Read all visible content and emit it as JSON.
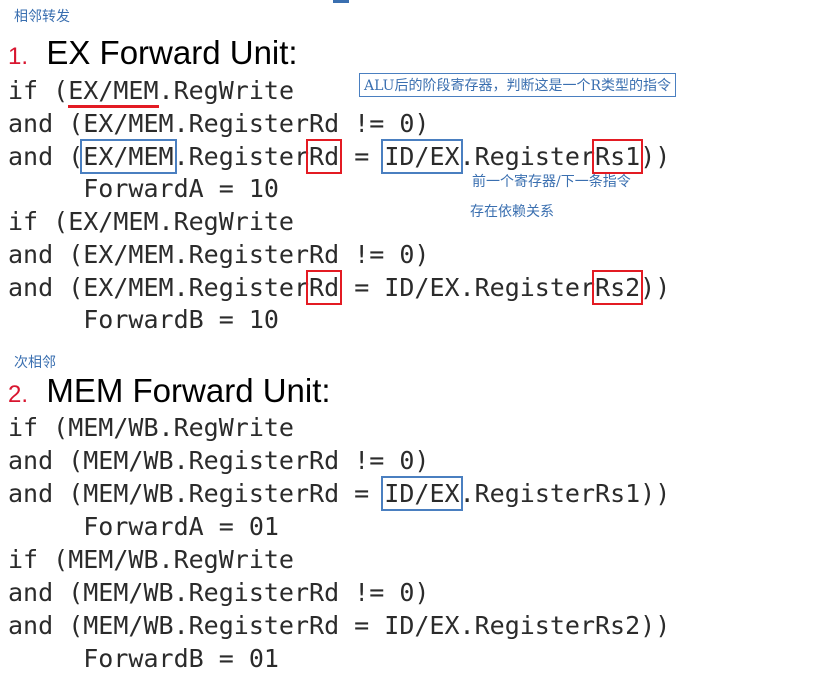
{
  "section1": {
    "label": "相邻转发",
    "number": "1.",
    "title": "EX Forward Unit:",
    "callout": "ALU后的阶段寄存器，判断这是一个R类型的指令",
    "note1": "前一个寄存器/下一条指令",
    "note2": "存在依赖关系",
    "lines": {
      "l1a": "if (",
      "l1b": "EX/MEM",
      "l1c": ".RegWrite",
      "l2": "and (EX/MEM.RegisterRd != 0)",
      "l3a": "and (",
      "l3b": "EX/MEM",
      "l3c": ".Register",
      "l3d": "Rd",
      "l3e": " = ",
      "l3f": "ID/EX",
      "l3g": ".Register",
      "l3h": "Rs1",
      "l3i": "))",
      "l4": "     ForwardA = 10",
      "l5": "if (EX/MEM.RegWrite",
      "l6": "and (EX/MEM.RegisterRd != 0)",
      "l7a": "and (EX/MEM.Register",
      "l7b": "Rd",
      "l7c": " = ID/EX.Register",
      "l7d": "Rs2",
      "l7e": "))",
      "l8": "     ForwardB = 10"
    }
  },
  "section2": {
    "label": "次相邻",
    "number": "2.",
    "title": "MEM Forward Unit:",
    "lines": {
      "l1": "if (MEM/WB.RegWrite",
      "l2": "and (MEM/WB.RegisterRd != 0)",
      "l3a": "and (MEM/WB.RegisterRd = ",
      "l3b": "ID/EX",
      "l3c": ".RegisterRs1))",
      "l4": "     ForwardA = 01",
      "l5": "if (MEM/WB.RegWrite",
      "l6": "and (MEM/WB.RegisterRd != 0)",
      "l7": "and (MEM/WB.RegisterRd = ID/EX.RegisterRs2))",
      "l8": "     ForwardB = 01"
    }
  }
}
